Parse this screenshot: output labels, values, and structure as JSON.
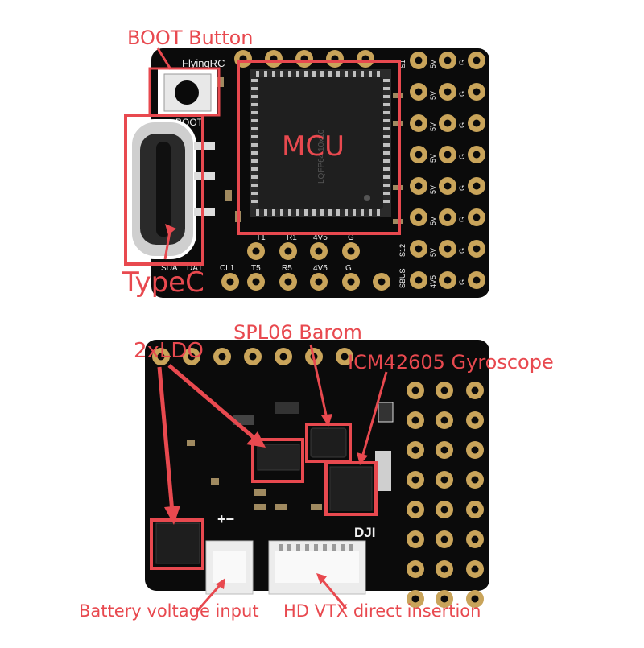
{
  "colors": {
    "board": "#0b0b0b",
    "pad_gold": "#c9a45a",
    "annotation": "#e8494f",
    "silkscreen": "#f2f2f2",
    "chip": "#1f1f1f"
  },
  "top_board": {
    "silk_brand": "FlyingRC",
    "silk_boot": "BOOT",
    "chip_marking": "LQFP64 10x10",
    "row_labels_col1": [
      "S1",
      "",
      "",
      "",
      "",
      "",
      "S12",
      "SBUS"
    ],
    "row_labels_col2": [
      "5V",
      "5V",
      "5V",
      "5V",
      "5V",
      "5V",
      "5V",
      "4V5"
    ],
    "row_labels_col3": [
      "G",
      "G",
      "G",
      "G",
      "G",
      "G",
      "G",
      "G"
    ],
    "bottom_labels": [
      "CL1",
      "T5",
      "R5",
      "4V5",
      "G"
    ],
    "bottom_labels_upper": [
      "T1",
      "R1",
      "4V5",
      "G"
    ],
    "side_labels": [
      "SDA",
      "DA1"
    ],
    "callouts": {
      "boot": "BOOT Button",
      "mcu": "MCU",
      "typec": "TypeC"
    }
  },
  "bottom_board": {
    "silk_dji": "DJI",
    "silk_polarity": "+−",
    "callouts": {
      "ldo": "2xLDO",
      "baro": "SPL06 Barom",
      "gyro": "ICM42605 Gyroscope",
      "battery": "Battery voltage input",
      "vtx": "HD VTX direct insertion"
    }
  }
}
